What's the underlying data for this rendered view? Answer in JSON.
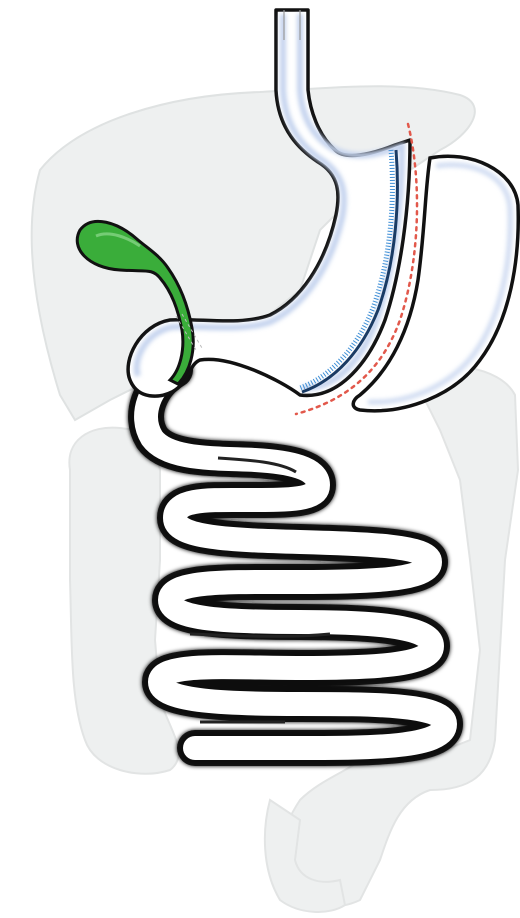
{
  "diagram": {
    "subject": "sleeve-gastrectomy-anatomy",
    "colors": {
      "background": "#ffffff",
      "organ_ghost_fill": "#eef0f0",
      "organ_ghost_stroke": "#dfe2e2",
      "tract_fill": "#ffffff",
      "tract_inner_glow": "#c4d3ee",
      "tract_outline": "#111111",
      "gallbladder_fill": "#3aad3a",
      "gallbladder_stroke": "#111111",
      "staple_line": "#3f8fd6",
      "cut_line": "#e2584b"
    },
    "parts": [
      {
        "id": "liver",
        "icon": "liver-icon"
      },
      {
        "id": "colon",
        "icon": "colon-icon"
      },
      {
        "id": "esophagus",
        "icon": "esophagus-icon"
      },
      {
        "id": "gastric-sleeve",
        "icon": "stomach-icon"
      },
      {
        "id": "removed-stomach-portion",
        "icon": "stomach-icon"
      },
      {
        "id": "gallbladder",
        "icon": "gallbladder-icon"
      },
      {
        "id": "small-intestine",
        "icon": "intestine-icon"
      },
      {
        "id": "staple-line",
        "icon": "staple-line-icon"
      },
      {
        "id": "resection-line",
        "icon": "dotted-line-icon"
      }
    ]
  }
}
